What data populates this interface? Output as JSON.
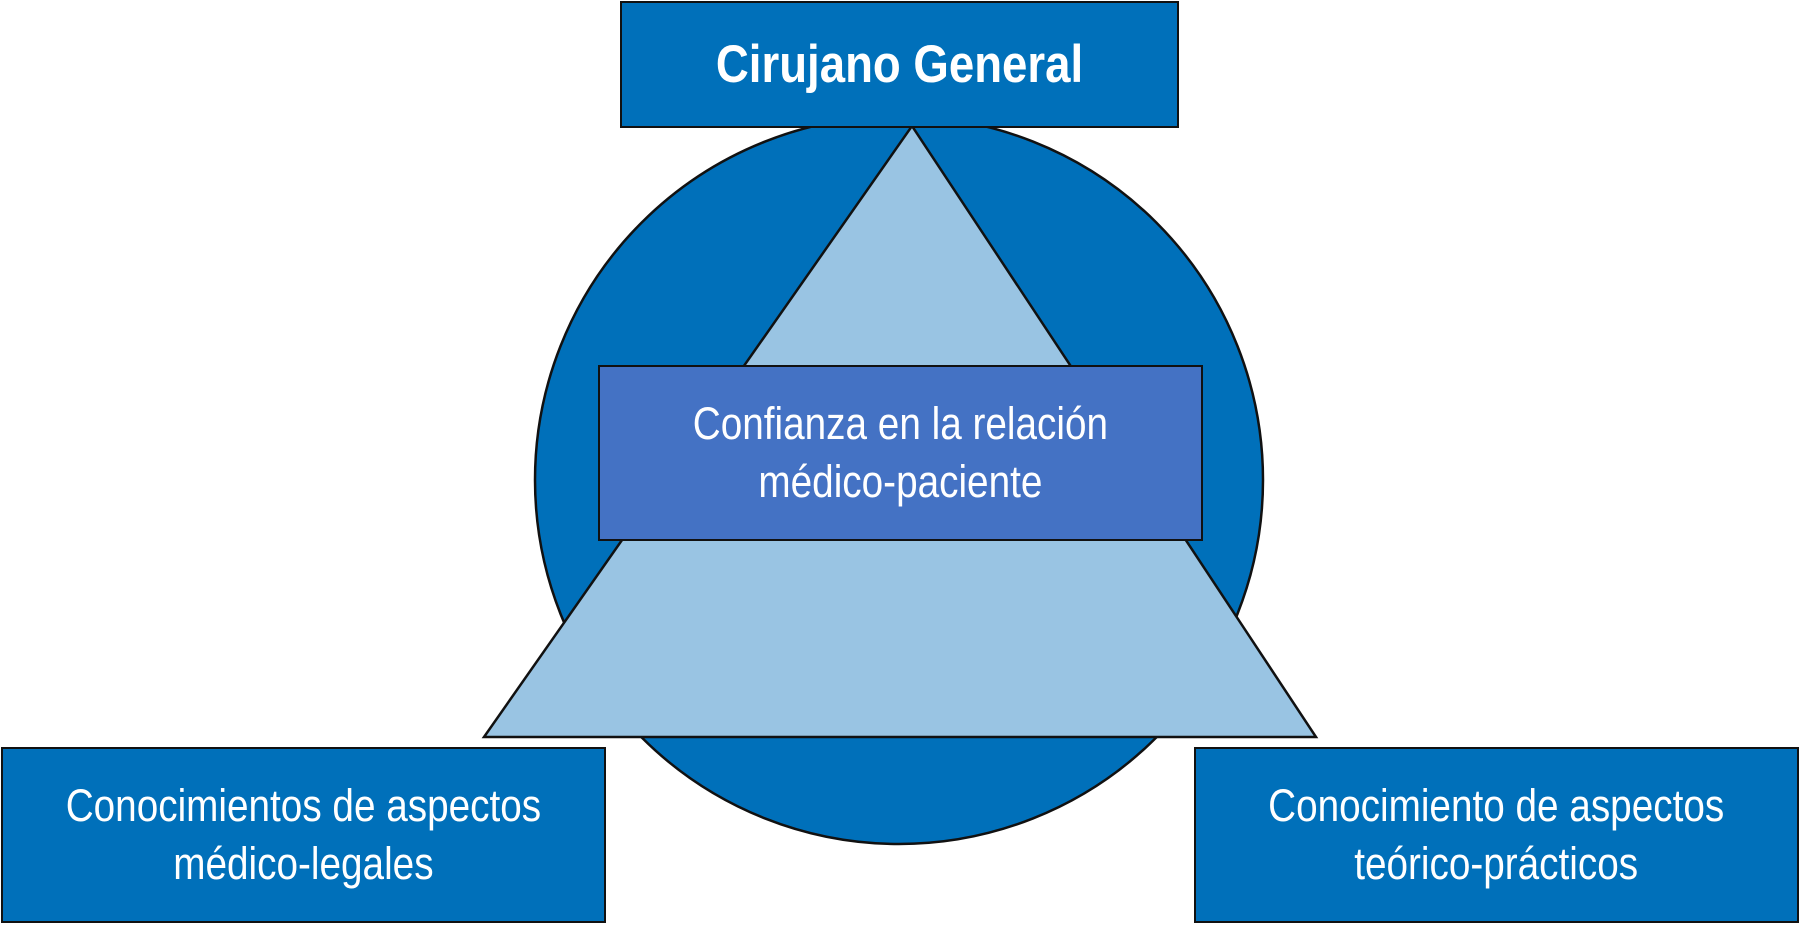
{
  "diagram": {
    "title": "Cirujano General",
    "center_label": [
      "Confianza en la relación",
      "médico-paciente"
    ],
    "left_label": [
      "Conocimientos de aspectos",
      "médico-legales"
    ],
    "right_label": [
      "Conocimiento de aspectos",
      "teórico-prácticos"
    ]
  },
  "colors": {
    "primary_blue": "#0070BA",
    "light_blue": "#99C4E3",
    "center_blue": "#4472C4",
    "outline": "#111111",
    "text": "#FFFFFF",
    "background": "#FFFFFF"
  }
}
